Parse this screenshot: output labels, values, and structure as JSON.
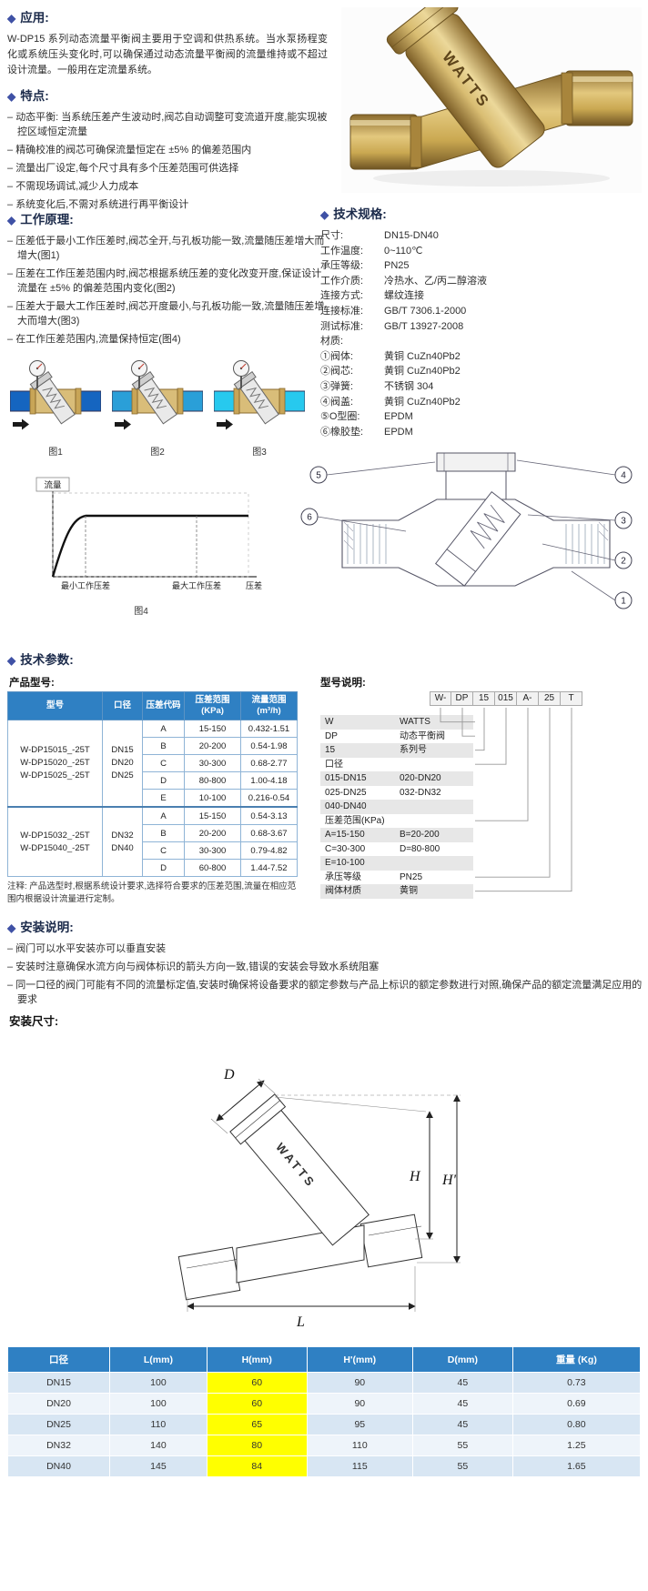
{
  "icons": {
    "diamond": "◆"
  },
  "colors": {
    "accent": "#2f80c3",
    "highlight": "#ffff00",
    "diamond": "#3f51a5",
    "pipe_dark": "#1565c0",
    "pipe_mid": "#2a9fd8",
    "pipe_cyan": "#27c9ee",
    "brass": "#c9a052"
  },
  "application": {
    "title": "应用:",
    "body": "W-DP15 系列动态流量平衡阀主要用于空调和供热系统。当水泵扬程变化或系统压头变化时,可以确保通过动态流量平衡阀的流量维持或不超过设计流量。一般用在定流量系统。"
  },
  "photo": {
    "brand": "WATTS"
  },
  "features": {
    "title": "特点:",
    "items": [
      "动态平衡: 当系统压差产生波动时,阀芯自动调整可变流道开度,能实现被控区域恒定流量",
      "精确校准的阀芯可确保流量恒定在 ±5% 的偏差范围内",
      "流量出厂设定,每个尺寸具有多个压差范围可供选择",
      "不需现场调试,减少人力成本",
      "系统变化后,不需对系统进行再平衡设计"
    ]
  },
  "principle": {
    "title": "工作原理:",
    "items": [
      "压差低于最小工作压差时,阀芯全开,与孔板功能一致,流量随压差增大而增大(图1)",
      "压差在工作压差范围内时,阀芯根据系统压差的变化改变开度,保证设计流量在 ±5% 的偏差范围内变化(图2)",
      "压差大于最大工作压差时,阀芯开度最小,与孔板功能一致,流量随压差增大而增大(图3)",
      "在工作压差范围内,流量保持恒定(图4)"
    ]
  },
  "specs": {
    "title": "技术规格:",
    "rows": [
      [
        "尺寸:",
        "DN15-DN40"
      ],
      [
        "工作温度:",
        "0~110℃"
      ],
      [
        "承压等级:",
        "PN25"
      ],
      [
        "工作介质:",
        "冷热水、乙/丙二醇溶液"
      ],
      [
        "连接方式:",
        "螺纹连接"
      ],
      [
        "连接标准:",
        "GB/T 7306.1-2000"
      ],
      [
        "测试标准:",
        "GB/T 13927-2008"
      ],
      [
        "材质:",
        ""
      ],
      [
        "①阀体:",
        "黄铜 CuZn40Pb2"
      ],
      [
        "②阀芯:",
        "黄铜 CuZn40Pb2"
      ],
      [
        "③弹簧:",
        "不锈钢 304"
      ],
      [
        "④阀盖:",
        "黄铜 CuZn40Pb2"
      ],
      [
        "⑤O型圈:",
        "EPDM"
      ],
      [
        "⑥橡胶垫:",
        "EPDM"
      ]
    ]
  },
  "figures": {
    "captions": [
      "图1",
      "图2",
      "图3",
      "图4"
    ],
    "chart_data": {
      "type": "line",
      "ylabel": "流量",
      "xlabel": "压差",
      "x_markers": [
        "最小工作压差",
        "最大工作压差"
      ],
      "description": "流量随压差升高,在最小与最大工作压差之间保持恒定"
    }
  },
  "drawing": {
    "callouts": [
      "1",
      "2",
      "3",
      "4",
      "5",
      "6"
    ]
  },
  "params": {
    "title": "技术参数:",
    "product_table": {
      "caption": "产品型号:",
      "headers": [
        "型号",
        "口径",
        "压差代码",
        "压差范围(KPa)",
        "流量范围(m³/h)"
      ],
      "groups": [
        {
          "models": [
            "W-DP15015_-25T",
            "W-DP15020_-25T",
            "W-DP15025_-25T"
          ],
          "sizes": [
            "DN15",
            "DN20",
            "DN25"
          ],
          "rows": [
            [
              "A",
              "15-150",
              "0.432-1.51"
            ],
            [
              "B",
              "20-200",
              "0.54-1.98"
            ],
            [
              "C",
              "30-300",
              "0.68-2.77"
            ],
            [
              "D",
              "80-800",
              "1.00-4.18"
            ],
            [
              "E",
              "10-100",
              "0.216-0.54"
            ]
          ]
        },
        {
          "models": [
            "W-DP15032_-25T",
            "W-DP15040_-25T"
          ],
          "sizes": [
            "DN32",
            "DN40"
          ],
          "rows": [
            [
              "A",
              "15-150",
              "0.54-3.13"
            ],
            [
              "B",
              "20-200",
              "0.68-3.67"
            ],
            [
              "C",
              "30-300",
              "0.79-4.82"
            ],
            [
              "D",
              "60-800",
              "1.44-7.52"
            ]
          ]
        }
      ],
      "note": "注释: 产品选型时,根据系统设计要求,选择符合要求的压差范围,流量在相应范围内根据设计流量进行定制。"
    },
    "model_explain": {
      "caption": "型号说明:",
      "code_segments": [
        "W-",
        "DP",
        "15",
        "015",
        "A-",
        "25",
        "T"
      ],
      "rows": [
        [
          "W",
          "WATTS"
        ],
        [
          "DP",
          "动态平衡阀"
        ],
        [
          "15",
          "系列号"
        ],
        [
          "口径",
          ""
        ],
        [
          "015-DN15",
          "020-DN20"
        ],
        [
          "025-DN25",
          "032-DN32"
        ],
        [
          "040-DN40",
          ""
        ],
        [
          "压差范围(KPa)",
          ""
        ],
        [
          "A=15-150",
          "B=20-200"
        ],
        [
          "C=30-300",
          "D=80-800"
        ],
        [
          "E=10-100",
          ""
        ],
        [
          "承压等级",
          "PN25"
        ],
        [
          "阀体材质",
          "黄铜"
        ]
      ]
    }
  },
  "install": {
    "title": "安装说明:",
    "items": [
      "阀门可以水平安装亦可以垂直安装",
      "安装时注意确保水流方向与阀体标识的箭头方向一致,错误的安装会导致水系统阻塞",
      "同一口径的阀门可能有不同的流量标定值,安装时确保将设备要求的额定参数与产品上标识的额定参数进行对照,确保产品的额定流量满足应用的要求"
    ]
  },
  "dimensions": {
    "caption": "安装尺寸:",
    "labels": {
      "d": "D",
      "h": "H",
      "h_prime": "H'",
      "l": "L",
      "brand": "WATTS"
    },
    "table": {
      "headers": [
        "口径",
        "L(mm)",
        "H(mm)",
        "H'(mm)",
        "D(mm)",
        "重量 (Kg)"
      ],
      "rows": [
        [
          "DN15",
          "100",
          "60",
          "90",
          "45",
          "0.73"
        ],
        [
          "DN20",
          "100",
          "60",
          "90",
          "45",
          "0.69"
        ],
        [
          "DN25",
          "110",
          "65",
          "95",
          "45",
          "0.80"
        ],
        [
          "DN32",
          "140",
          "80",
          "110",
          "55",
          "1.25"
        ],
        [
          "DN40",
          "145",
          "84",
          "115",
          "55",
          "1.65"
        ]
      ],
      "highlight_column": 2
    }
  }
}
